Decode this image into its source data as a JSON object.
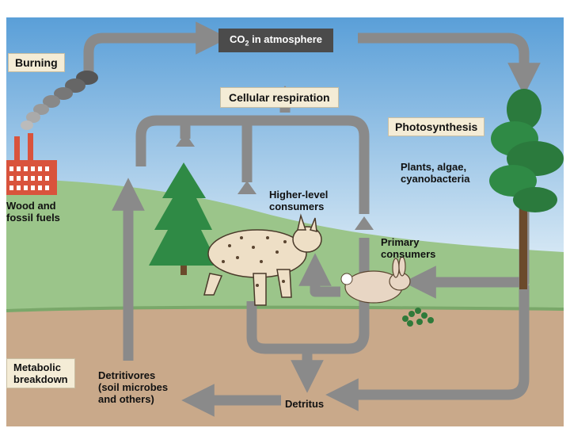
{
  "labels": {
    "co2_prefix": "CO",
    "co2_sub": "2",
    "co2_suffix": " in atmosphere",
    "burning": "Burning",
    "cellular_respiration": "Cellular respiration",
    "photosynthesis": "Photosynthesis",
    "plants_line1": "Plants, algae,",
    "plants_line2": "cyanobacteria",
    "higher_line1": "Higher-level",
    "higher_line2": "consumers",
    "primary_line1": "Primary",
    "primary_line2": "consumers",
    "wood_line1": "Wood and",
    "wood_line2": "fossil fuels",
    "metabolic_line1": "Metabolic",
    "metabolic_line2": "breakdown",
    "detritivores_line1": "Detritivores",
    "detritivores_line2": "(soil microbes",
    "detritivores_line3": "and others)",
    "detritus": "Detritus"
  },
  "colors": {
    "sky_top": "#5a9fd8",
    "sky_bottom": "#cfe3f3",
    "ground": "#c9a98a",
    "hill": "#9bc58a",
    "arrow": "#8a8a8a",
    "label_box": "#f4ecd6"
  }
}
